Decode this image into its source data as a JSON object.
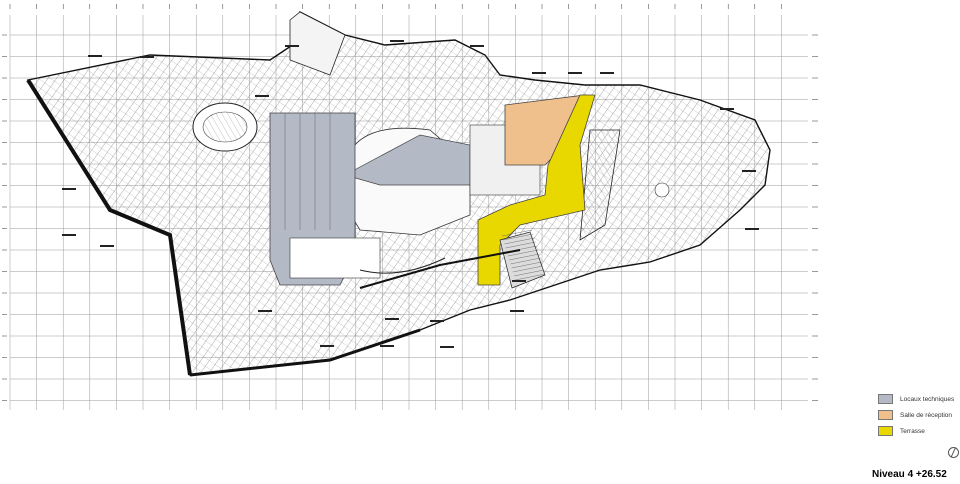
{
  "legend": [
    {
      "label": "Locaux techniques",
      "color": "#b4b9c6"
    },
    {
      "label": "Salle de réception",
      "color": "#f0c08c"
    },
    {
      "label": "Terrasse",
      "color": "#e8d800"
    }
  ],
  "title": "Niveau 4 +26.52",
  "icons": {
    "north_arrow": "north-arrow-icon"
  }
}
